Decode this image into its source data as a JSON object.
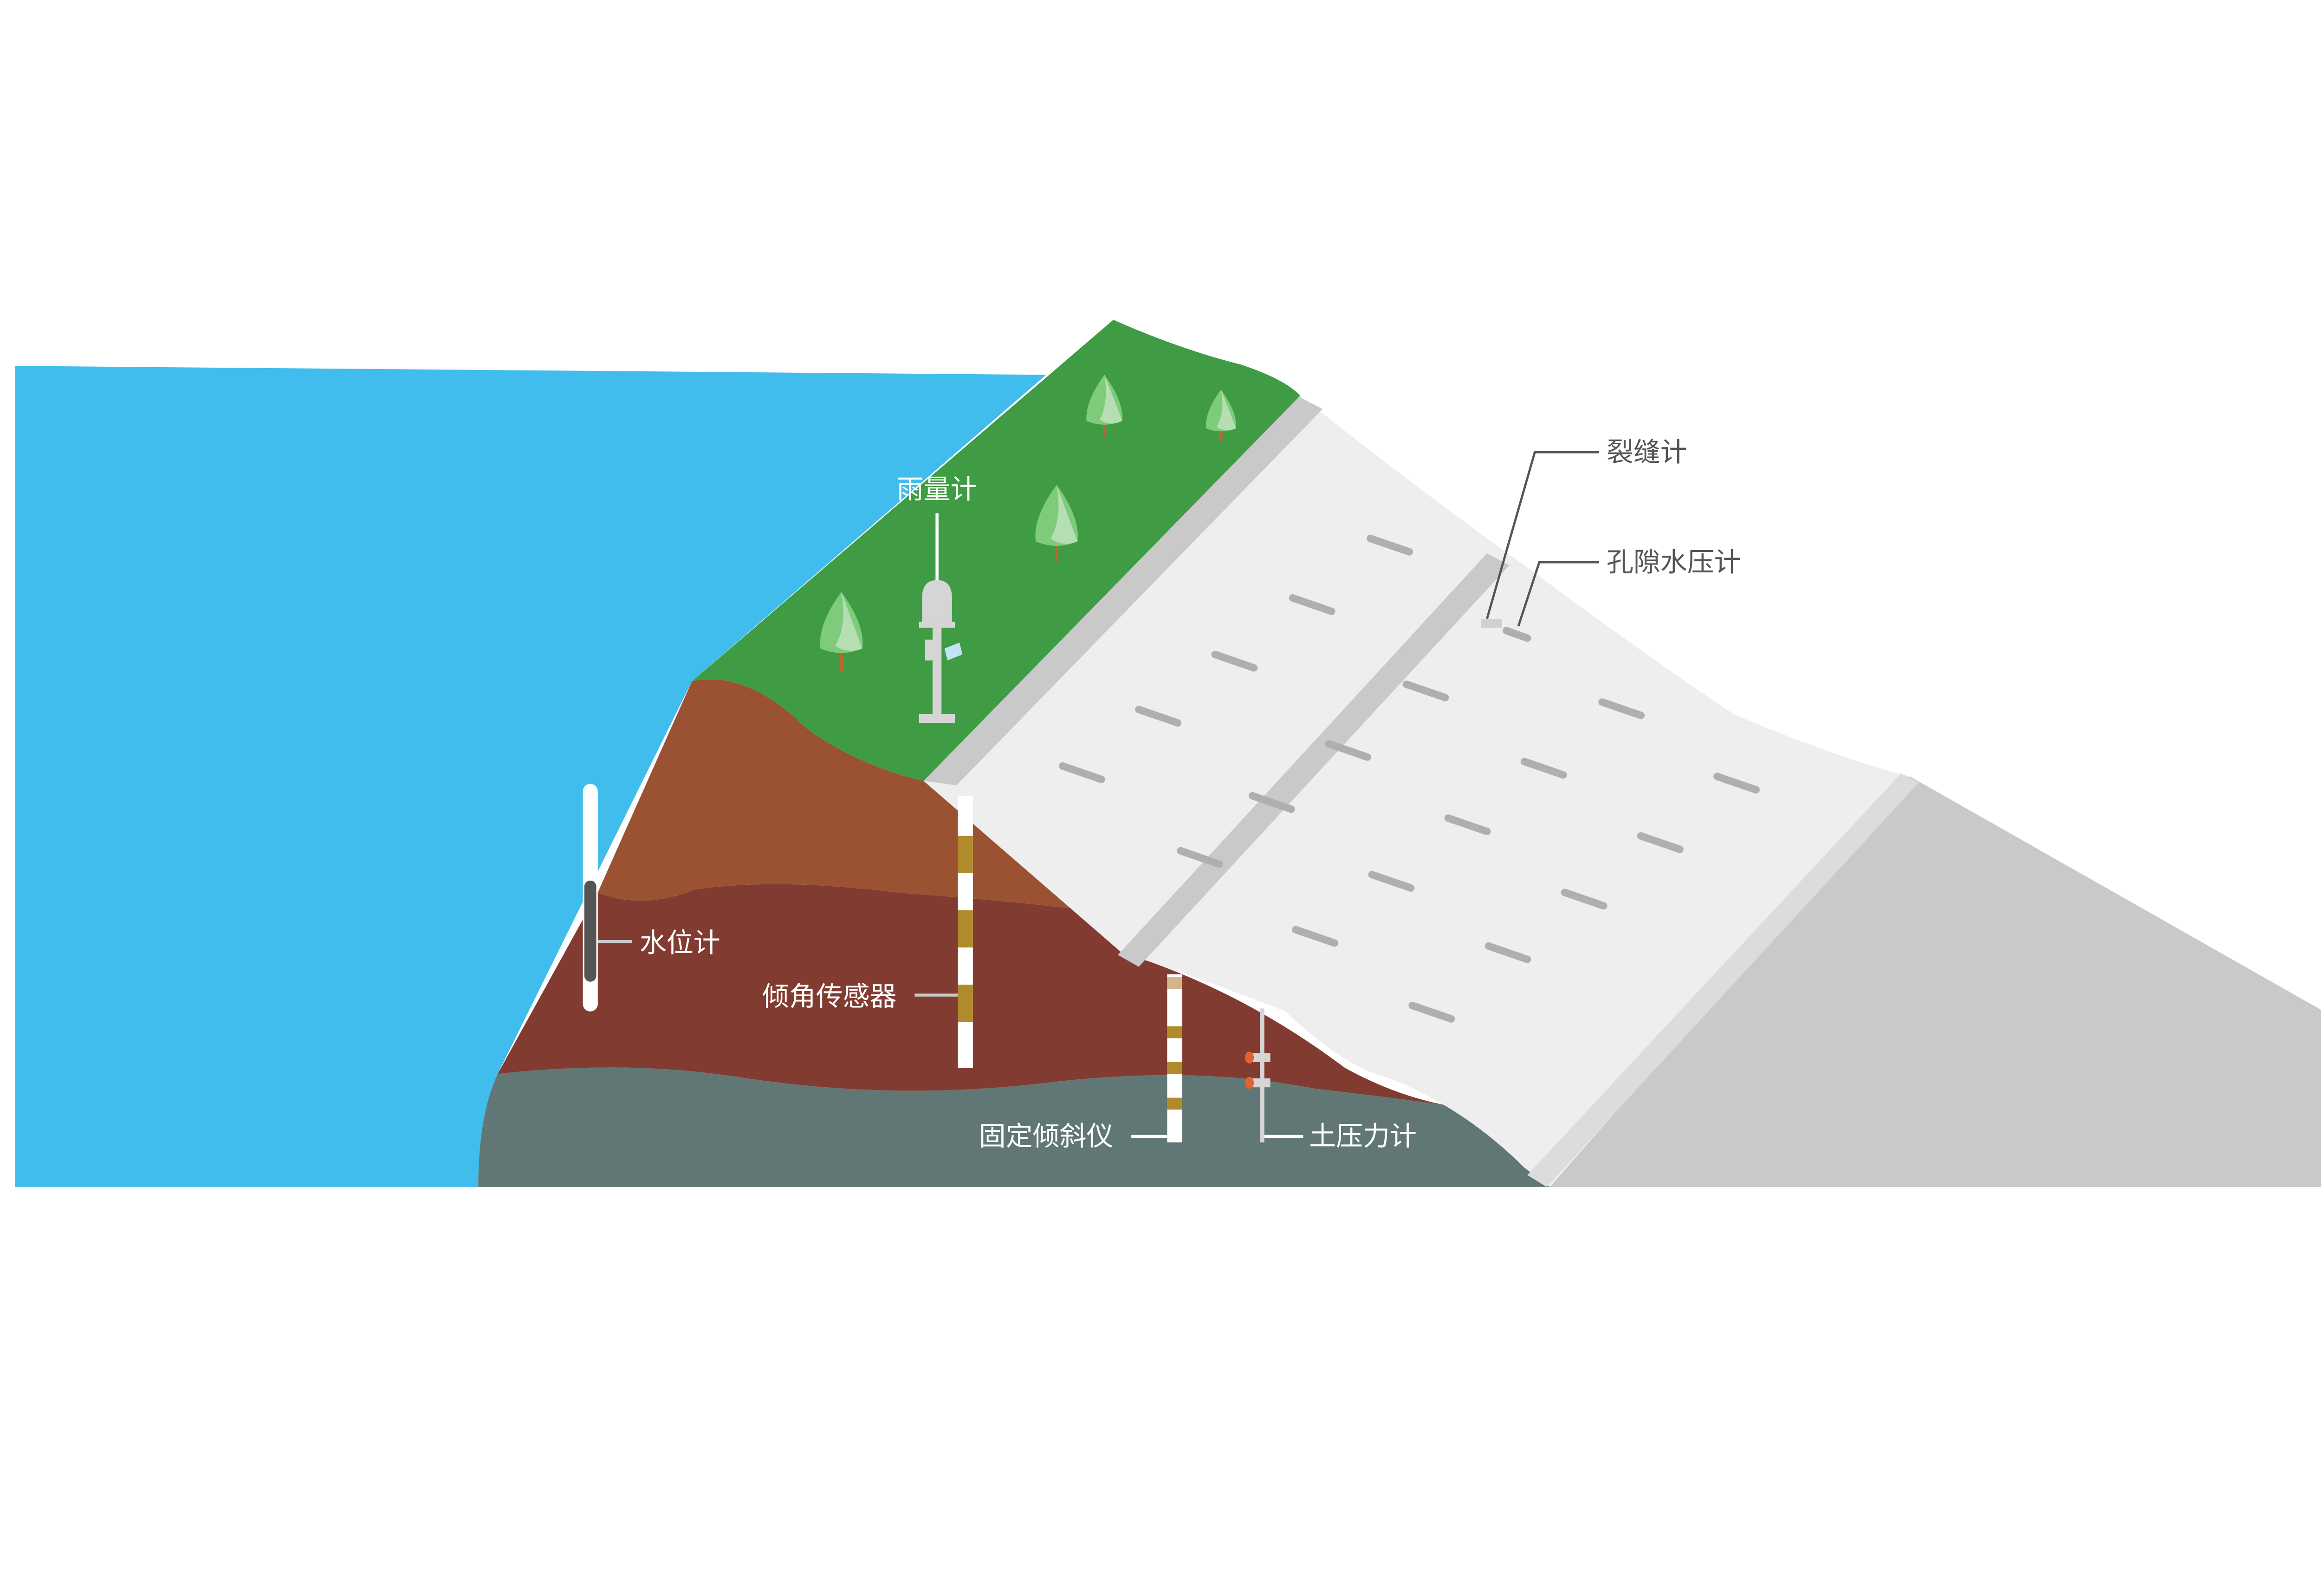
{
  "labels": {
    "rain_gauge": "雨量计",
    "crack_meter": "裂缝计",
    "pore_water_pressure_meter": "孔隙水压计",
    "water_level_meter": "水位计",
    "tilt_sensor": "倾角传感器",
    "fixed_inclinometer": "固定倾斜仪",
    "earth_pressure_cell": "土压力计"
  },
  "colors": {
    "water": "#41BDED",
    "grass": "#3F9C45",
    "soil_upper": "#9A5233",
    "soil_lower": "#823B31",
    "bedrock": "#617776",
    "concrete_slab": "#EEEEEE",
    "concrete_side": "#C8C9C8",
    "marker_yellow": "#B18A2C",
    "sensor_orange": "#E0622C"
  }
}
